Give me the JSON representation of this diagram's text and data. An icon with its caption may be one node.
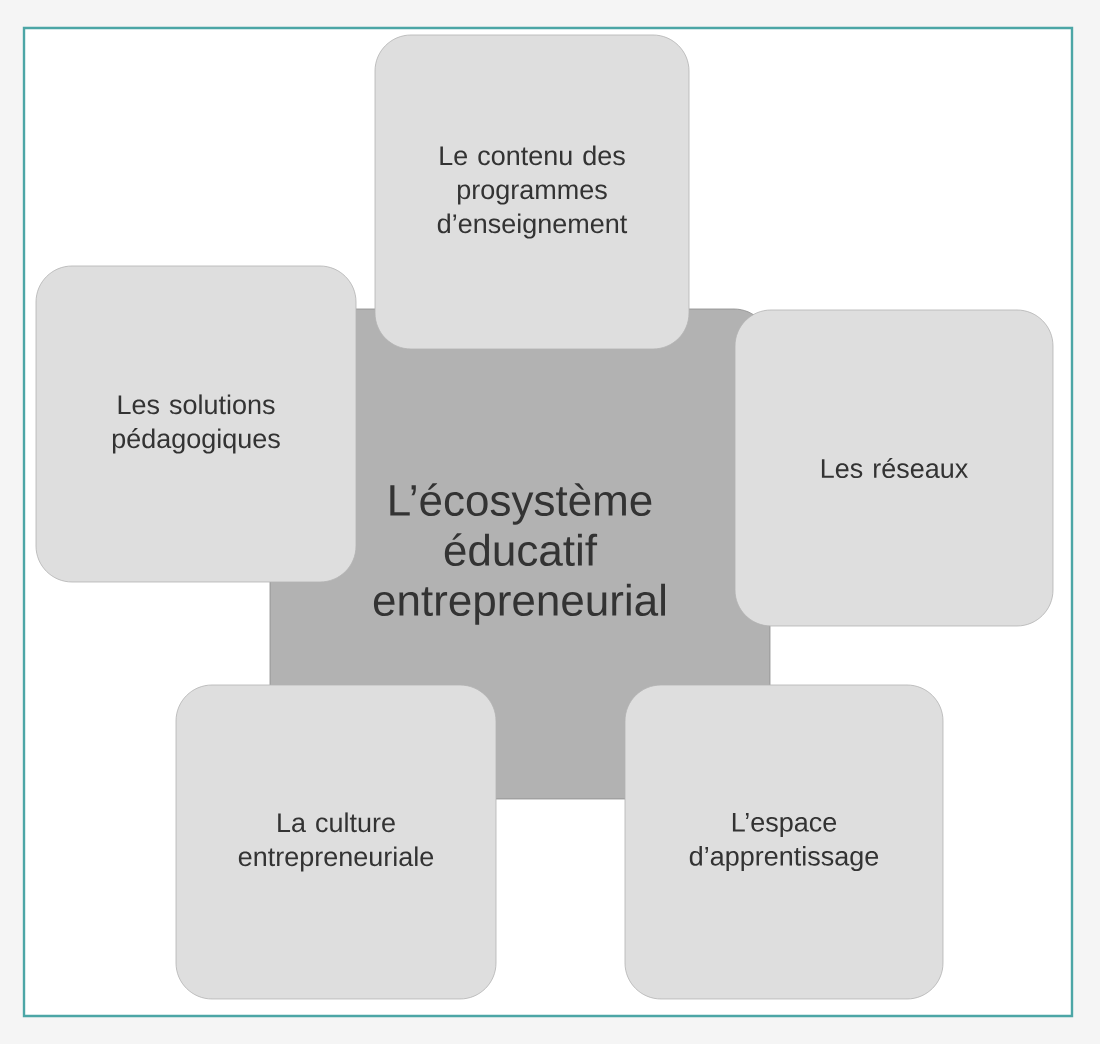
{
  "diagram": {
    "nodes": [
      {
        "text": [
          "L’écosystème éducatif entrepreneurial"
        ]
      },
      {
        "text": [
          "Le contenu des programmes d’enseignement"
        ]
      },
      {
        "text": [
          "Les solutions pédagogiques"
        ]
      },
      {
        "text": [
          "Les réseaux"
        ]
      },
      {
        "text": [
          "La culture entrepreneuriale"
        ]
      },
      {
        "text": [
          "L’espace d’apprentissage"
        ]
      }
    ]
  }
}
